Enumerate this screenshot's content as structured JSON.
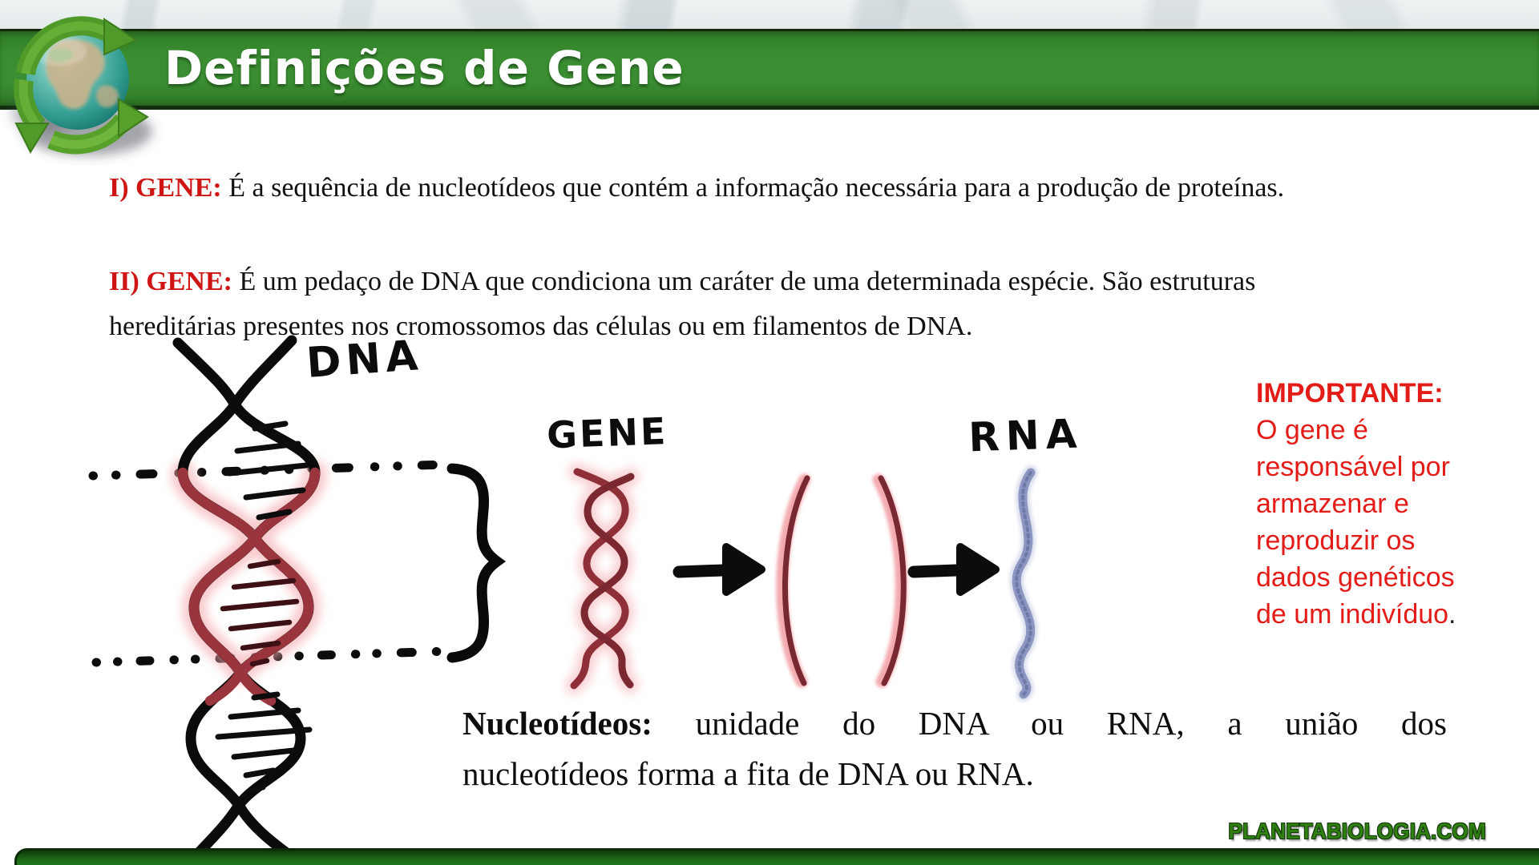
{
  "slide": {
    "title": "Definições de Gene",
    "definitions": [
      {
        "label": "I) GENE:",
        "text": " É a sequência de nucleotídeos que contém a informação necessária para a produção de proteínas."
      },
      {
        "label": "II) GENE:",
        "text": " É um pedaço de DNA que condiciona um caráter de uma determinada espécie. São estruturas\nhereditárias presentes nos cromossomos das células ou em filamentos de DNA."
      }
    ],
    "diagram": {
      "dna_label": "DNA",
      "gene_label": "GENE",
      "rna_label": "RNA"
    },
    "importante": {
      "label": "IMPORTANTE:",
      "body": "O gene é\nresponsável por\narmazenar e\nreproduzir os\ndados genéticos\nde um indivíduo",
      "period": "."
    },
    "nucleotideos": {
      "label": "Nucleotídeos:",
      "line1_rest": " unidade do DNA ou RNA, a união dos",
      "line2": "nucleotídeos forma a fita de DNA ou RNA."
    },
    "watermark": "PLANETABIOLOGIA.COM",
    "colors": {
      "banner_green": "#3a8d31",
      "definition_red": "#cf1414",
      "importante_red": "#e41c17",
      "watermark_green": "#2e7f10",
      "helix_red": "#9b353d",
      "rna_blue": "#8d96c1"
    }
  }
}
